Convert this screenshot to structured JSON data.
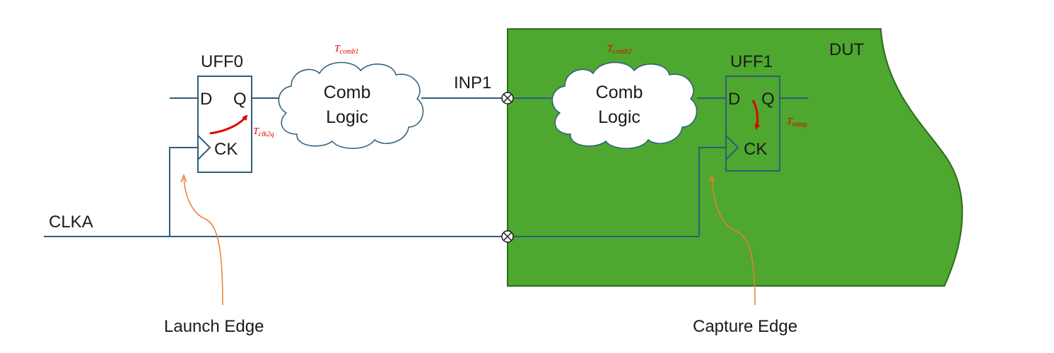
{
  "dut": {
    "label": "DUT",
    "color": "#4ea72e",
    "border_color": "#2e6b1e"
  },
  "uff0": {
    "name": "UFF0",
    "pin_d": "D",
    "pin_q": "Q",
    "pin_ck": "CK"
  },
  "uff1": {
    "name": "UFF1",
    "pin_d": "D",
    "pin_q": "Q",
    "pin_ck": "CK"
  },
  "comb1": {
    "line1": "Comb",
    "line2": "Logic"
  },
  "comb2": {
    "line1": "Comb",
    "line2": "Logic"
  },
  "timing": {
    "tcomb1": {
      "main": "T",
      "sub": "comb1"
    },
    "tcomb2": {
      "main": "T",
      "sub": "comb2"
    },
    "tclk2q": {
      "main": "T",
      "sub": "clk2q"
    },
    "tsetup": {
      "main": "T",
      "sub": "setup"
    }
  },
  "ports": {
    "inp1": "INP1",
    "clka": "CLKA"
  },
  "annotations": {
    "launch": "Launch Edge",
    "capture": "Capture Edge"
  },
  "colors": {
    "wire": "#2f5d7a",
    "timing": "#e00000",
    "arrow": "#e00000",
    "pointer": "#ed7d31"
  }
}
